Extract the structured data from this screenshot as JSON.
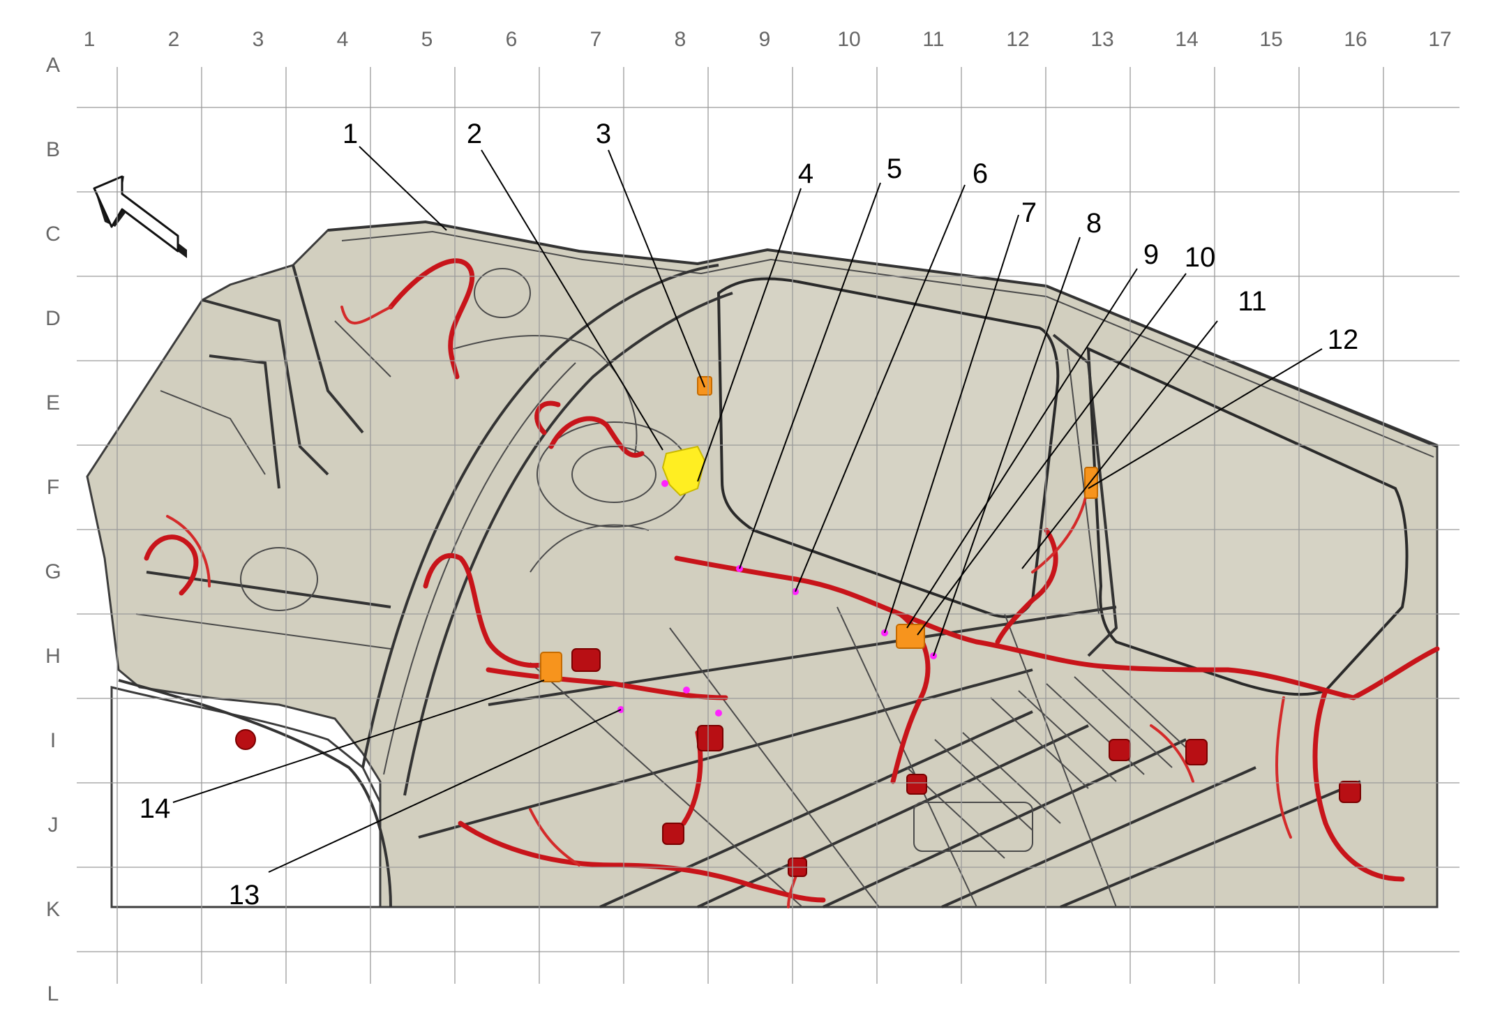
{
  "grid": {
    "columns": [
      "1",
      "2",
      "3",
      "4",
      "5",
      "6",
      "7",
      "8",
      "9",
      "10",
      "11",
      "12",
      "13",
      "14",
      "15",
      "16",
      "17"
    ],
    "rows": [
      "A",
      "B",
      "C",
      "D",
      "E",
      "F",
      "G",
      "H",
      "I",
      "J",
      "K",
      "L"
    ]
  },
  "callouts": [
    {
      "id": 1,
      "label": "1"
    },
    {
      "id": 2,
      "label": "2"
    },
    {
      "id": 3,
      "label": "3"
    },
    {
      "id": 4,
      "label": "4"
    },
    {
      "id": 5,
      "label": "5"
    },
    {
      "id": 6,
      "label": "6"
    },
    {
      "id": 7,
      "label": "7"
    },
    {
      "id": 8,
      "label": "8"
    },
    {
      "id": 9,
      "label": "9"
    },
    {
      "id": 10,
      "label": "10"
    },
    {
      "id": 11,
      "label": "11"
    },
    {
      "id": 12,
      "label": "12"
    },
    {
      "id": 13,
      "label": "13"
    },
    {
      "id": 14,
      "label": "14"
    }
  ],
  "direction_arrow": {
    "icon": "front-direction-arrow-icon"
  },
  "colors": {
    "body": "#d2cfbf",
    "harness": "#c8141a",
    "connector_orange": "#f7941d",
    "connector_yellow": "#ffee22",
    "connector_magenta": "#ff22ff",
    "grid": "#9a9a9a"
  }
}
